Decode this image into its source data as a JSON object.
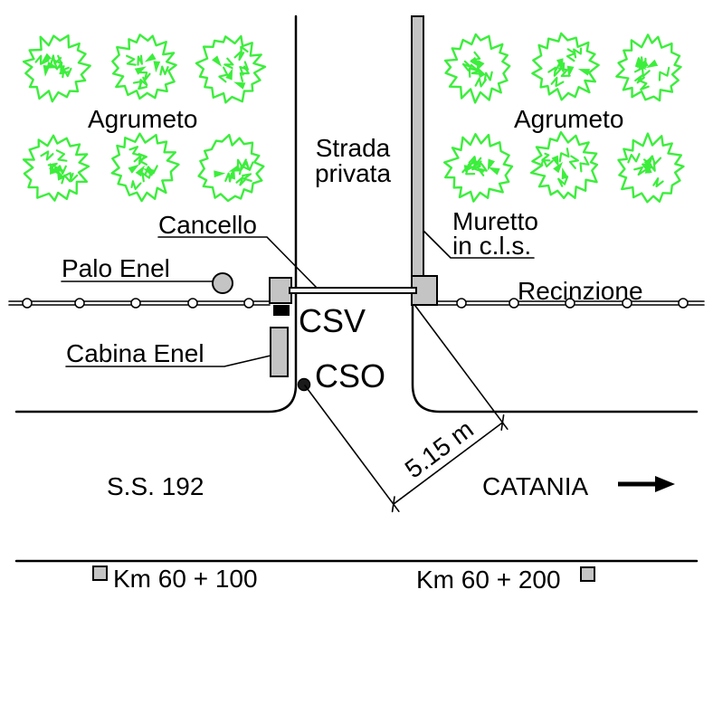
{
  "labels": {
    "agrumeto_left": "Agrumeto",
    "agrumeto_right": "Agrumeto",
    "strada_line1": "Strada",
    "strada_line2": "privata",
    "cancello": "Cancello",
    "muretto_line1": "Muretto",
    "muretto_line2": "in c.l.s.",
    "palo_enel": "Palo Enel",
    "recinzione": "Recinzione",
    "csv": "CSV",
    "cabina_enel": "Cabina Enel",
    "cso": "CSO",
    "dimension": "5.15 m",
    "road": "S.S. 192",
    "direction": "CATANIA",
    "km_left": "Km 60 + 100",
    "km_right": "Km 60 + 200"
  },
  "colors": {
    "tree": "#3cee3c",
    "gray_fill": "#c4c4c4",
    "ink": "#000000"
  }
}
